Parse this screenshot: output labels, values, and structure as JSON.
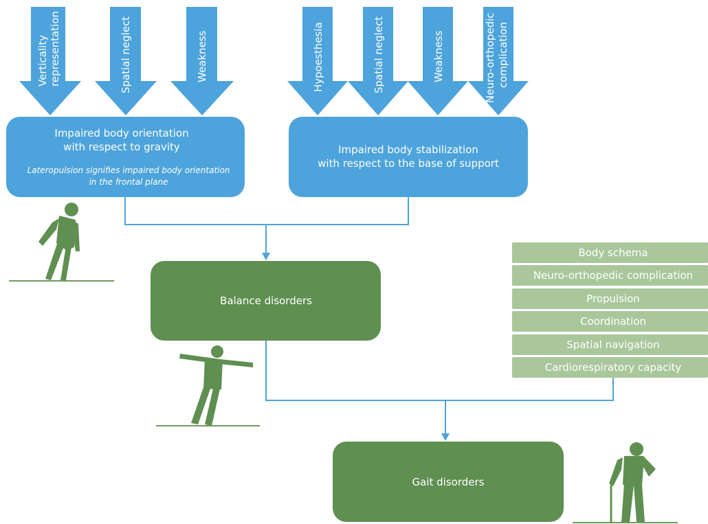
{
  "colors": {
    "blue": "#4da3db",
    "line_blue": "#4da3db",
    "green": "#5f8f51",
    "light_green": "#a9c79b",
    "figure_green": "#5f8f51",
    "ground_green": "#6d9a5e"
  },
  "left_arrows": [
    "Verticality representation",
    "Spatial neglect",
    "Weakness"
  ],
  "right_arrows": [
    "Hypoesthesia",
    "Spatial neglect",
    "Weakness",
    "Neuro-orthopedic complication"
  ],
  "orientation_box": {
    "title_line1": "Impaired body orientation",
    "title_line2": "with respect to gravity",
    "note_line1": "Lateropulsion signifies impaired body orientation",
    "note_line2": "in the frontal plane"
  },
  "stabilization_box": {
    "title_line1": "Impaired body stabilization",
    "title_line2": "with respect to the base of support"
  },
  "balance_box": {
    "label": "Balance disorders"
  },
  "gait_box": {
    "label": "Gait disorders"
  },
  "factors": [
    "Body schema",
    "Neuro-orthopedic complication",
    "Propulsion",
    "Coordination",
    "Spatial navigation",
    "Cardiorespiratory capacity"
  ],
  "figures": [
    "tilted-figure-icon",
    "balancing-figure-icon",
    "cane-figure-icon"
  ]
}
